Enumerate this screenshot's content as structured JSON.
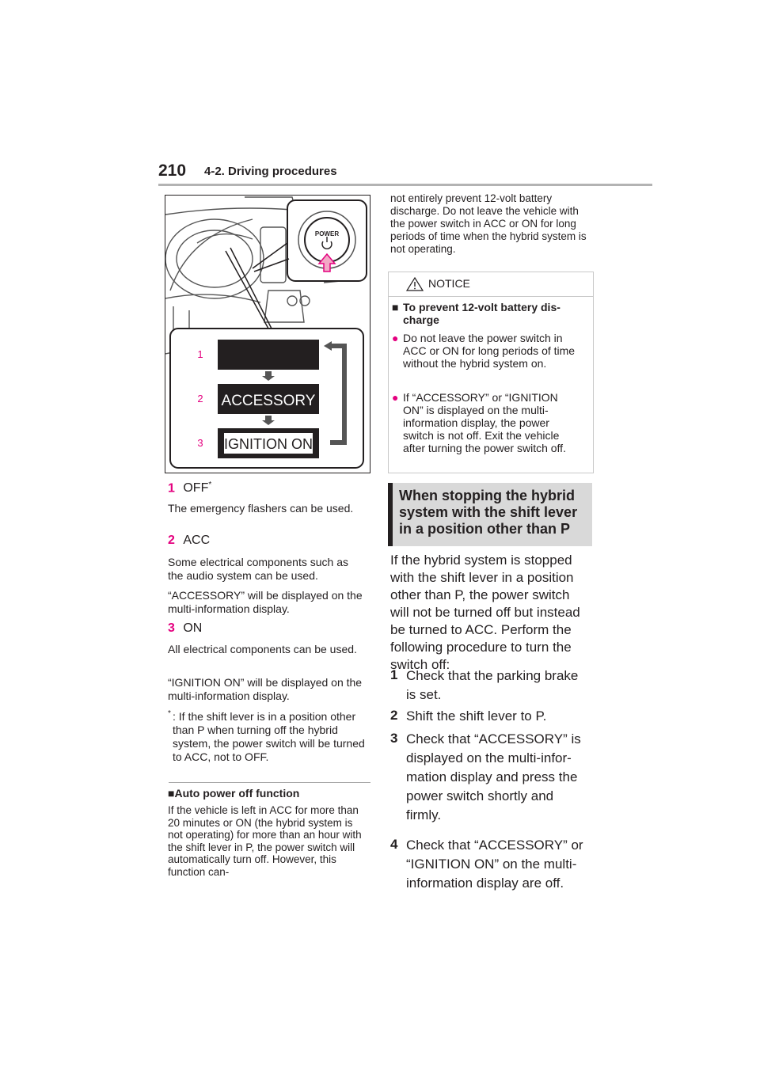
{
  "header": {
    "page_number": "210",
    "section": "4-2. Driving procedures"
  },
  "figure": {
    "power_label": "POWER",
    "rows": [
      {
        "num": "1",
        "display": ""
      },
      {
        "num": "2",
        "display": "ACCESSORY"
      },
      {
        "num": "3",
        "display": "IGNITION ON"
      }
    ]
  },
  "left": {
    "item1": {
      "num": "1",
      "label": "OFF",
      "sup": "*",
      "text": "The emergency flashers can be used."
    },
    "item2": {
      "num": "2",
      "label": "ACC",
      "text1": "Some electrical components such as the audio system can be used.",
      "text2": "“ACCESSORY” will be displayed on the multi-information display."
    },
    "item3": {
      "num": "3",
      "label": "ON",
      "text1": "All electrical components can be used.",
      "text2": "“IGNITION ON” will be displayed on the multi-information display."
    },
    "footnote_mark": "*",
    "footnote": ": If the shift lever is in a position other than P when turning off the hybrid system, the power switch will be turned to ACC, not to OFF.",
    "auto_title": "Auto power off function",
    "auto_text": "If the vehicle is left in ACC for more than 20 minutes or ON (the hybrid system is not operating) for more than an hour with the shift lever in P, the power switch will automatically turn off. However, this function can-"
  },
  "right": {
    "continued": "not entirely prevent 12-volt battery discharge. Do not leave the vehicle with the power switch in ACC or ON for long periods of time when the hybrid system is not operating.",
    "notice": {
      "title": "NOTICE",
      "sub": "To prevent 12-volt battery dis-charge",
      "bullet1": "Do not leave the power switch in ACC or ON for long periods of time without the hybrid system on.",
      "bullet2": "If “ACCESSORY” or “IGNITION ON” is displayed on the multi-information display, the power switch is not off. Exit the vehicle after turning the power switch off."
    },
    "heading": "When stopping the hybrid system with the shift lever in a position other than P",
    "intro": "If the hybrid system is stopped with the shift lever in a position other than P, the power switch will not be turned off but instead be turned to ACC. Perform the following procedure to turn the switch off:",
    "steps": [
      {
        "num": "1",
        "text": "Check that the parking brake is set."
      },
      {
        "num": "2",
        "text": "Shift the shift lever to P."
      },
      {
        "num": "3",
        "text": "Check that “ACCESSORY” is displayed on the multi-infor-mation display and press the power switch shortly and firmly."
      },
      {
        "num": "4",
        "text": "Check that “ACCESSORY” or “IGNITION ON” on the multi-information display are off."
      }
    ]
  }
}
